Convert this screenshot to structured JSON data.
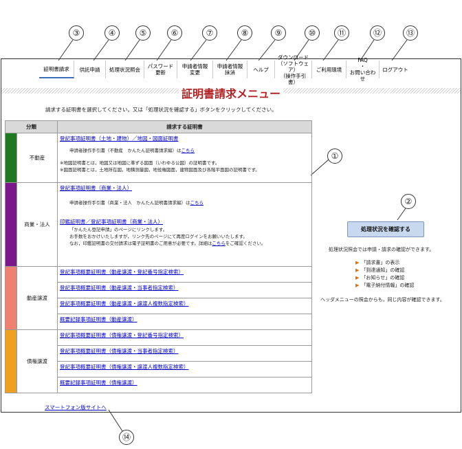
{
  "callouts": {
    "c1": "①",
    "c2": "②",
    "c3": "③",
    "c4": "④",
    "c5": "⑤",
    "c6": "⑥",
    "c7": "⑦",
    "c8": "⑧",
    "c9": "⑨",
    "c10": "⑩",
    "c11": "⑪",
    "c12": "⑫",
    "c13": "⑬",
    "c14": "⑭"
  },
  "nav": {
    "item1": "証明書請求",
    "item2": "供託申請",
    "item3": "処理状況照会",
    "item4_l1": "パスワード",
    "item4_l2": "更新",
    "item5_l1": "申請者情報",
    "item5_l2": "変更",
    "item6_l1": "申請者情報",
    "item6_l2": "抹消",
    "item7": "ヘルプ",
    "item8_l1": "ダウンロード",
    "item8_l2": "（ソフトウェア）",
    "item8_l3": "（操作手引書）",
    "item9": "ご利用環境",
    "item10_l1": "FAQ",
    "item10_l2": "・",
    "item10_l3": "お問い合わせ",
    "item11": "ログアウト"
  },
  "title": "証明書請求メニュー",
  "intro": "請求する証明書を選択してください。又は「処理状況を確認する」ボタンをクリックしてください。",
  "table": {
    "col1": "分類",
    "col2": "請求する証明書",
    "fudosan": {
      "label": "不動産",
      "link1": "登記事項証明書（土地・建物）／地図・図面証明書",
      "guide_prefix": "申請者操作手引書（不動産　かんたん証明書請求編）は",
      "guide_link": "こちら",
      "note1": "※地図証明書とは，地図又は地図に準ずる図面（いわゆる公図）の証明書です。",
      "note2": "※図面証明書とは，土地所在図，地積測量図，地役権図面，建物図面及び各階平面図の証明書です。"
    },
    "shogyo": {
      "label": "商業・法人",
      "link1": "登記事項証明書（商業・法人）",
      "guide_prefix": "申請者操作手引書（商業・法人　かんたん証明書請求編）は",
      "guide_link": "こちら",
      "link2": "印鑑証明書／登記事項証明書（商業・法人）",
      "desc1": "「かんたん登記申請」のページにリンクします。",
      "desc2": "お手数をおかけいたしますが，リンク先のページにて再度ログインをお願いいたします。",
      "desc3_prefix": "なお，印鑑証明書の交付請求は電子証明書のご用意が必要です。詳細は",
      "desc3_link": "こちら",
      "desc3_suffix": "をご確認ください。"
    },
    "dosan": {
      "label": "動産譲渡",
      "links": [
        "登記事項概要証明書（動産譲渡・登記番号指定検索）",
        "登記事項概要証明書（動産譲渡・当事者指定検索）",
        "登記事項概要証明書（動産譲渡・譲渡人複数指定検索）",
        "概要記録事項証明書（動産譲渡）"
      ]
    },
    "saiken": {
      "label": "債権譲渡",
      "links": [
        "登記事項概要証明書（債権譲渡・登記番号指定検索）",
        "登記事項概要証明書（債権譲渡・当事者指定検索）",
        "登記事項概要証明書（債権譲渡・譲渡人複数指定検索）",
        "概要記録事項証明書（債権譲渡）"
      ]
    }
  },
  "side": {
    "button": "処理状況を確認する",
    "desc": "処理状況照会では申請・請求の確認ができます。",
    "items": [
      "「請求書」の表示",
      "「到達通知」の確認",
      "「お知らせ」の確認",
      "「電子納付情報」の確認"
    ],
    "note": "ヘッダメニューの照会からも，同じ内容が確認できます。"
  },
  "smartphone_link": "スマートフォン版サイトへ",
  "colors": {
    "fudosan": "#1f7a1f",
    "shogyo": "#7a1a8a",
    "dosan": "#f08070",
    "saiken": "#f0a020",
    "title": "#b22222",
    "link": "#0000cc",
    "button": "#c8d8ee"
  }
}
